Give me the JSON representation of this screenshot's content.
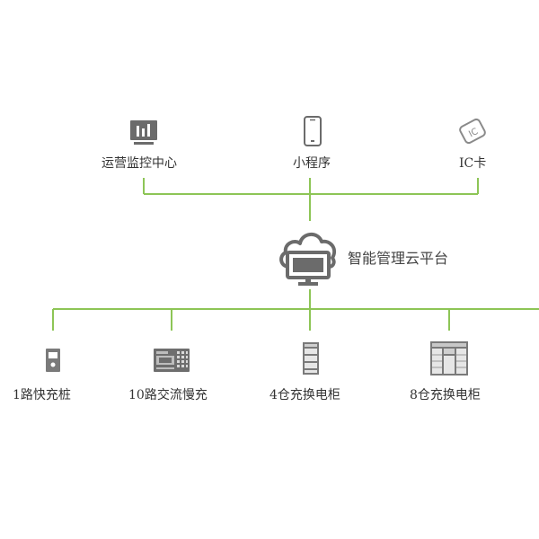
{
  "colors": {
    "line": "#8dc556",
    "icon": "#6b6b6b",
    "icon_light": "#8a8a8a",
    "text": "#333333"
  },
  "top_nodes": [
    {
      "label": "运营监控中心",
      "icon": "monitor-chart-icon"
    },
    {
      "label": "小程序",
      "icon": "smartphone-icon"
    },
    {
      "label": "IC卡",
      "icon": "ic-card-icon"
    }
  ],
  "center_node": {
    "label": "智能管理云平台",
    "icon": "cloud-computer-icon"
  },
  "bottom_nodes": [
    {
      "label": "1路快充桩",
      "icon": "fast-charger-icon"
    },
    {
      "label": "10路交流慢充",
      "icon": "ac-slow-charger-icon"
    },
    {
      "label": "4仓充换电柜",
      "icon": "4-bay-cabinet-icon"
    },
    {
      "label": "8仓充换电柜",
      "icon": "8-bay-cabinet-icon"
    }
  ]
}
